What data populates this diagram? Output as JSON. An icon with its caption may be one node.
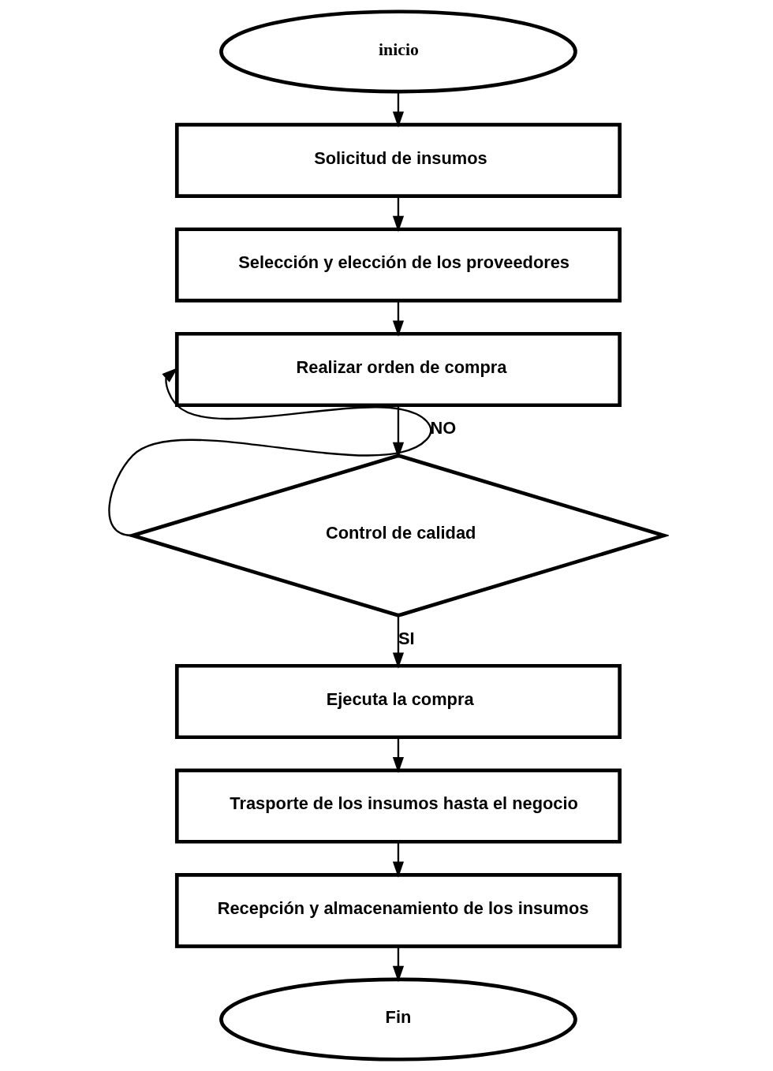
{
  "diagram": {
    "nodes": [
      {
        "text": [
          "inicio"
        ]
      },
      {
        "text": [
          "Solicitud de insumos"
        ]
      },
      {
        "text": [
          "Selección y elección de los proveedores"
        ]
      },
      {
        "text": [
          "Realizar orden de compra"
        ]
      },
      {
        "text": [
          "Control de calidad"
        ]
      },
      {
        "text": [
          "Ejecuta la compra"
        ]
      },
      {
        "text": [
          "Trasporte de los insumos hasta el negocio"
        ]
      },
      {
        "text": [
          "Recepción y almacenamiento de los insumos"
        ]
      },
      {
        "text": [
          "Fin"
        ]
      }
    ],
    "edges": [
      {
        "from": 0,
        "to": 1,
        "arrow": "to"
      },
      {
        "from": 1,
        "to": 2,
        "arrow": "to"
      },
      {
        "from": 2,
        "to": 3,
        "arrow": "to"
      },
      {
        "from": 3,
        "to": 4,
        "arrow": "to"
      },
      {
        "from": 4,
        "to": 3,
        "arrow": "to",
        "label": "NO"
      },
      {
        "from": 4,
        "to": 5,
        "arrow": "to",
        "label": "SI"
      },
      {
        "from": 5,
        "to": 6,
        "arrow": "to"
      },
      {
        "from": 6,
        "to": 7,
        "arrow": "to"
      },
      {
        "from": 7,
        "to": 8,
        "arrow": "to"
      }
    ]
  }
}
